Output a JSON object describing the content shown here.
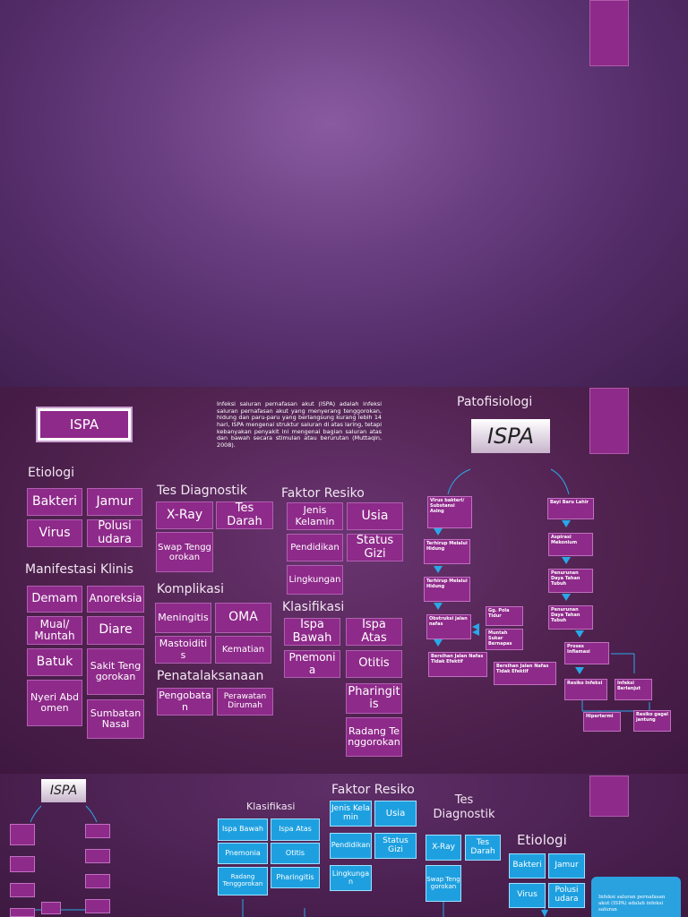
{
  "slide2": {
    "title": "ISPA",
    "definition": "Infeksi saluran pernafasan akut (ISPA) adalah infeksi saluran pernafasan akut yang menyerang tenggorokan, hidung dan paru-paru yang berlangsung kurang lebih 14 hari, ISPA mengenai struktur saluran di atas laring, tetapi kebanyakan penyakit ini mengenai bagian saluran atas dan bawah secara stimulan atau berurutan (Muttaqin, 2008).",
    "etiologi": {
      "heading": "Etiologi",
      "items": [
        "Bakteri",
        "Jamur",
        "Virus",
        "Polusi udara"
      ]
    },
    "manifestasi": {
      "heading": "Manifestasi Klinis",
      "items": [
        "Demam",
        "Anoreksia",
        "Mual/ Muntah",
        "Diare",
        "Batuk",
        "Sakit Tenggorokan",
        "Nyeri Abdomen",
        "Sumbatan Nasal"
      ]
    },
    "tes": {
      "heading": "Tes Diagnostik",
      "items": [
        "X-Ray",
        "Tes Darah",
        "Swap Tenggorokan"
      ]
    },
    "faktor": {
      "heading": "Faktor Resiko",
      "items": [
        "Jenis Kelamin",
        "Usia",
        "Pendidikan",
        "Status Gizi",
        "Lingkungan"
      ]
    },
    "komplikasi": {
      "heading": "Komplikasi",
      "items": [
        "Meningitis",
        "OMA",
        "Mastoiditis",
        "Kematian"
      ]
    },
    "klasifikasi": {
      "heading": "Klasifikasi",
      "items": [
        "Ispa Bawah",
        "Ispa Atas",
        "Pnemonia",
        "Otitis",
        "Pharingitis",
        "Radang Tenggorokan"
      ]
    },
    "penata": {
      "heading": "Penatalaksanaan",
      "items": [
        "Pengobatan",
        "Perawatan Dirumah"
      ]
    },
    "pato": {
      "heading": "Patofisiologi",
      "title": "ISPA",
      "left": [
        "Virus bakteri/ Substansi Asing",
        "Terhirup Melalui Hidung",
        "Terhirup Melalui Hidung",
        "Obstruksi jalan nafas",
        "Bersihan Jalan Nafas Tidak Efektif"
      ],
      "mid": [
        "Gg. Pola Tidur",
        "Muntah Sukar Bernapas",
        "Bersihan Jalan Nafas Tidak Efektif"
      ],
      "right": [
        "Bayi Baru Lahir",
        "Aspirasi Mekonium",
        "Penurunan Daya Tahan Tubuh",
        "Penurunan Daya Tahan Tubuh",
        "Proses Inflamasi",
        "Resiko Infeksi",
        "Infeksi Berlanjut",
        "Hipertermi",
        "Resiko gagal jantung"
      ]
    }
  },
  "slide3": {
    "title": "ISPA",
    "klasifikasi": {
      "heading": "Klasifikasi",
      "items": [
        "Ispa Bawah",
        "Ispa Atas",
        "Pnemonia",
        "Otitis",
        "Radang Tenggorokan",
        "Pharingitis"
      ]
    },
    "faktor": {
      "heading": "Faktor Resiko",
      "items": [
        "Jenis Kelamin",
        "Usia",
        "Pendidikan",
        "Status Gizi",
        "Lingkungan"
      ]
    },
    "tes": {
      "heading": "Tes Diagnostik",
      "items": [
        "X-Ray",
        "Tes Darah",
        "Swap Tenggorokan"
      ]
    },
    "etiologi": {
      "heading": "Etiologi",
      "items": [
        "Bakteri",
        "Jamur",
        "Virus",
        "Polusi udara"
      ]
    },
    "scroll_text": "Infeksi saluran pernafasan akut (ISPA) adalah infeksi saluran"
  },
  "colors": {
    "box": "#8e2a8a",
    "blue": "#1ea0e0",
    "arrow": "#29a8e8"
  }
}
